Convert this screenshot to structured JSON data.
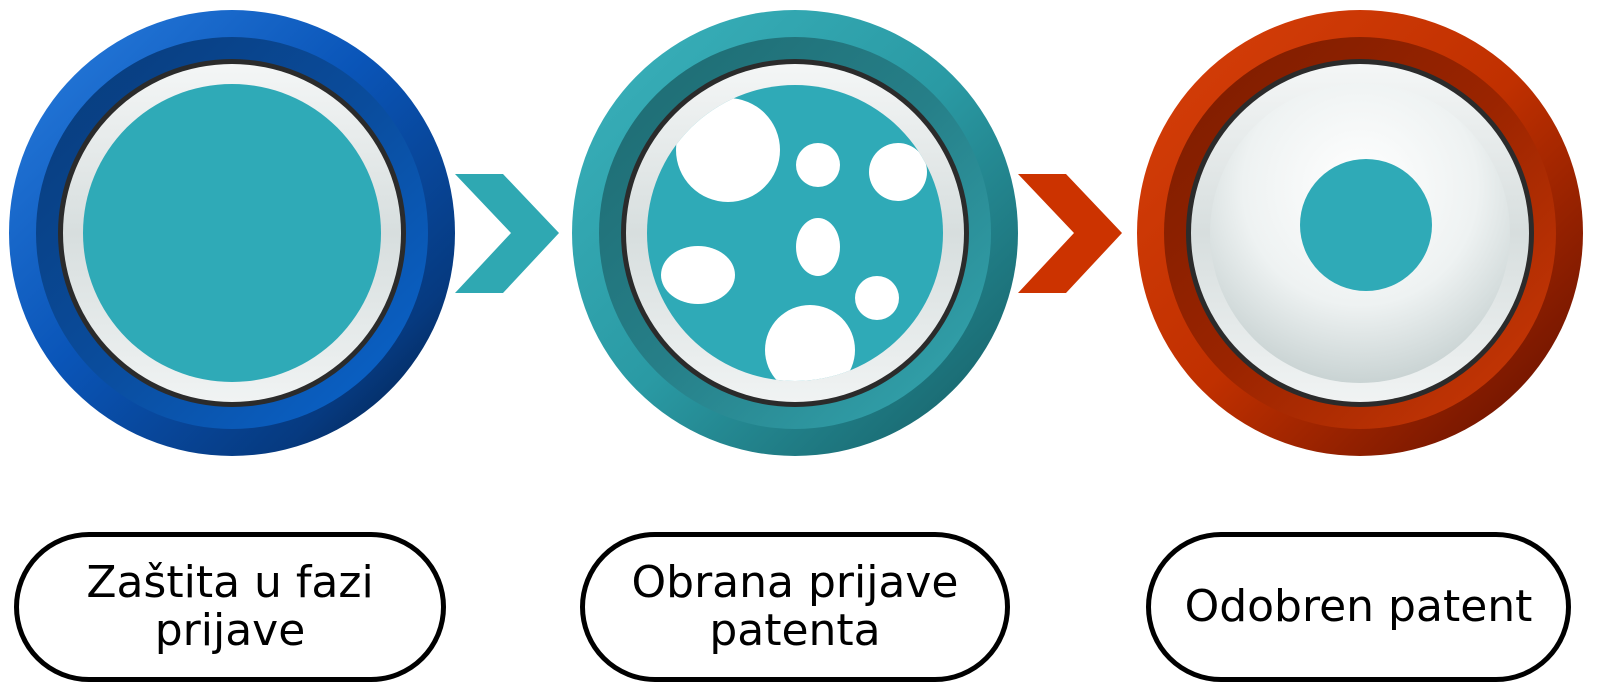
{
  "steps": [
    {
      "label": "Zaštita u fazi\nprijave",
      "color": "#0a62c8",
      "icon": "solid-disc-icon"
    },
    {
      "label": "Obrana prijave\npatenta",
      "color": "#2a9ca6",
      "icon": "dotted-disc-icon"
    },
    {
      "label": "Odobren patent",
      "color": "#c43000",
      "icon": "single-dot-icon"
    }
  ],
  "arrows": [
    {
      "color": "#2fa8b2",
      "icon": "chevron-right-icon"
    },
    {
      "color": "#cc3300",
      "icon": "chevron-right-icon"
    }
  ],
  "colors": {
    "teal": "#2faab7",
    "blue": "#0a62c8",
    "red": "#c43000"
  }
}
